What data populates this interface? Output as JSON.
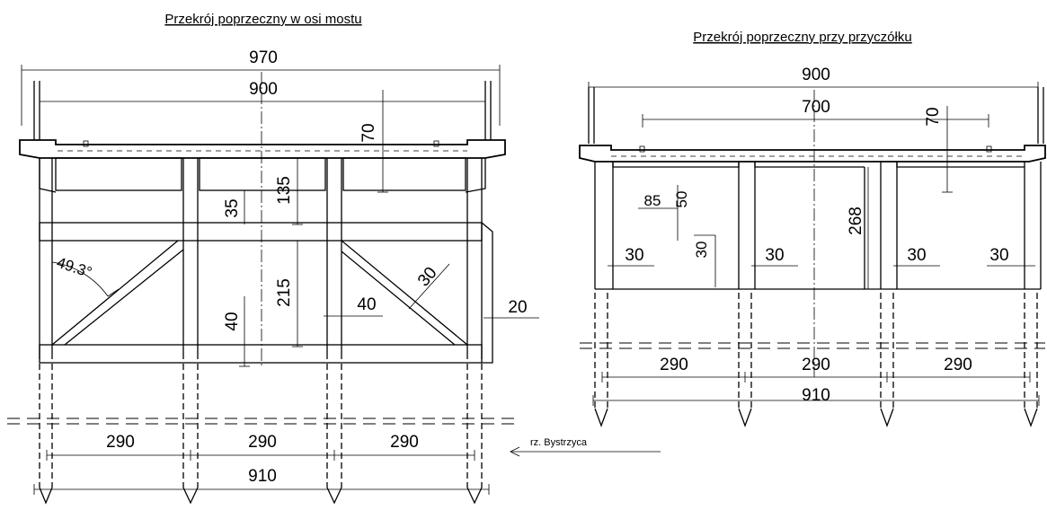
{
  "left_section": {
    "title": "Przekrój poprzeczny w osi mostu",
    "dims": {
      "overall_width": "970",
      "inner_width": "900",
      "deck_dim": "70",
      "cap_height": "135",
      "cap_depth": "35",
      "brace_height": "215",
      "bottom_beam": "40",
      "brace_width": "30",
      "column_width": "40",
      "offset": "20",
      "angle": "49.3°",
      "span_1": "290",
      "span_2": "290",
      "span_3": "290",
      "total_span": "910"
    },
    "river_label": "rz. Bystrzyca"
  },
  "right_section": {
    "title": "Przekrój poprzeczny przy przyczółku",
    "dims": {
      "overall_width": "900",
      "inner_width": "700",
      "deck_dim": "70",
      "small_a": "85",
      "small_b": "50",
      "small_c": "30",
      "wall_height": "268",
      "wall_1": "30",
      "wall_2": "30",
      "wall_3": "30",
      "wall_4": "30",
      "span_1": "290",
      "span_2": "290",
      "span_3": "290",
      "total_span": "910"
    }
  }
}
